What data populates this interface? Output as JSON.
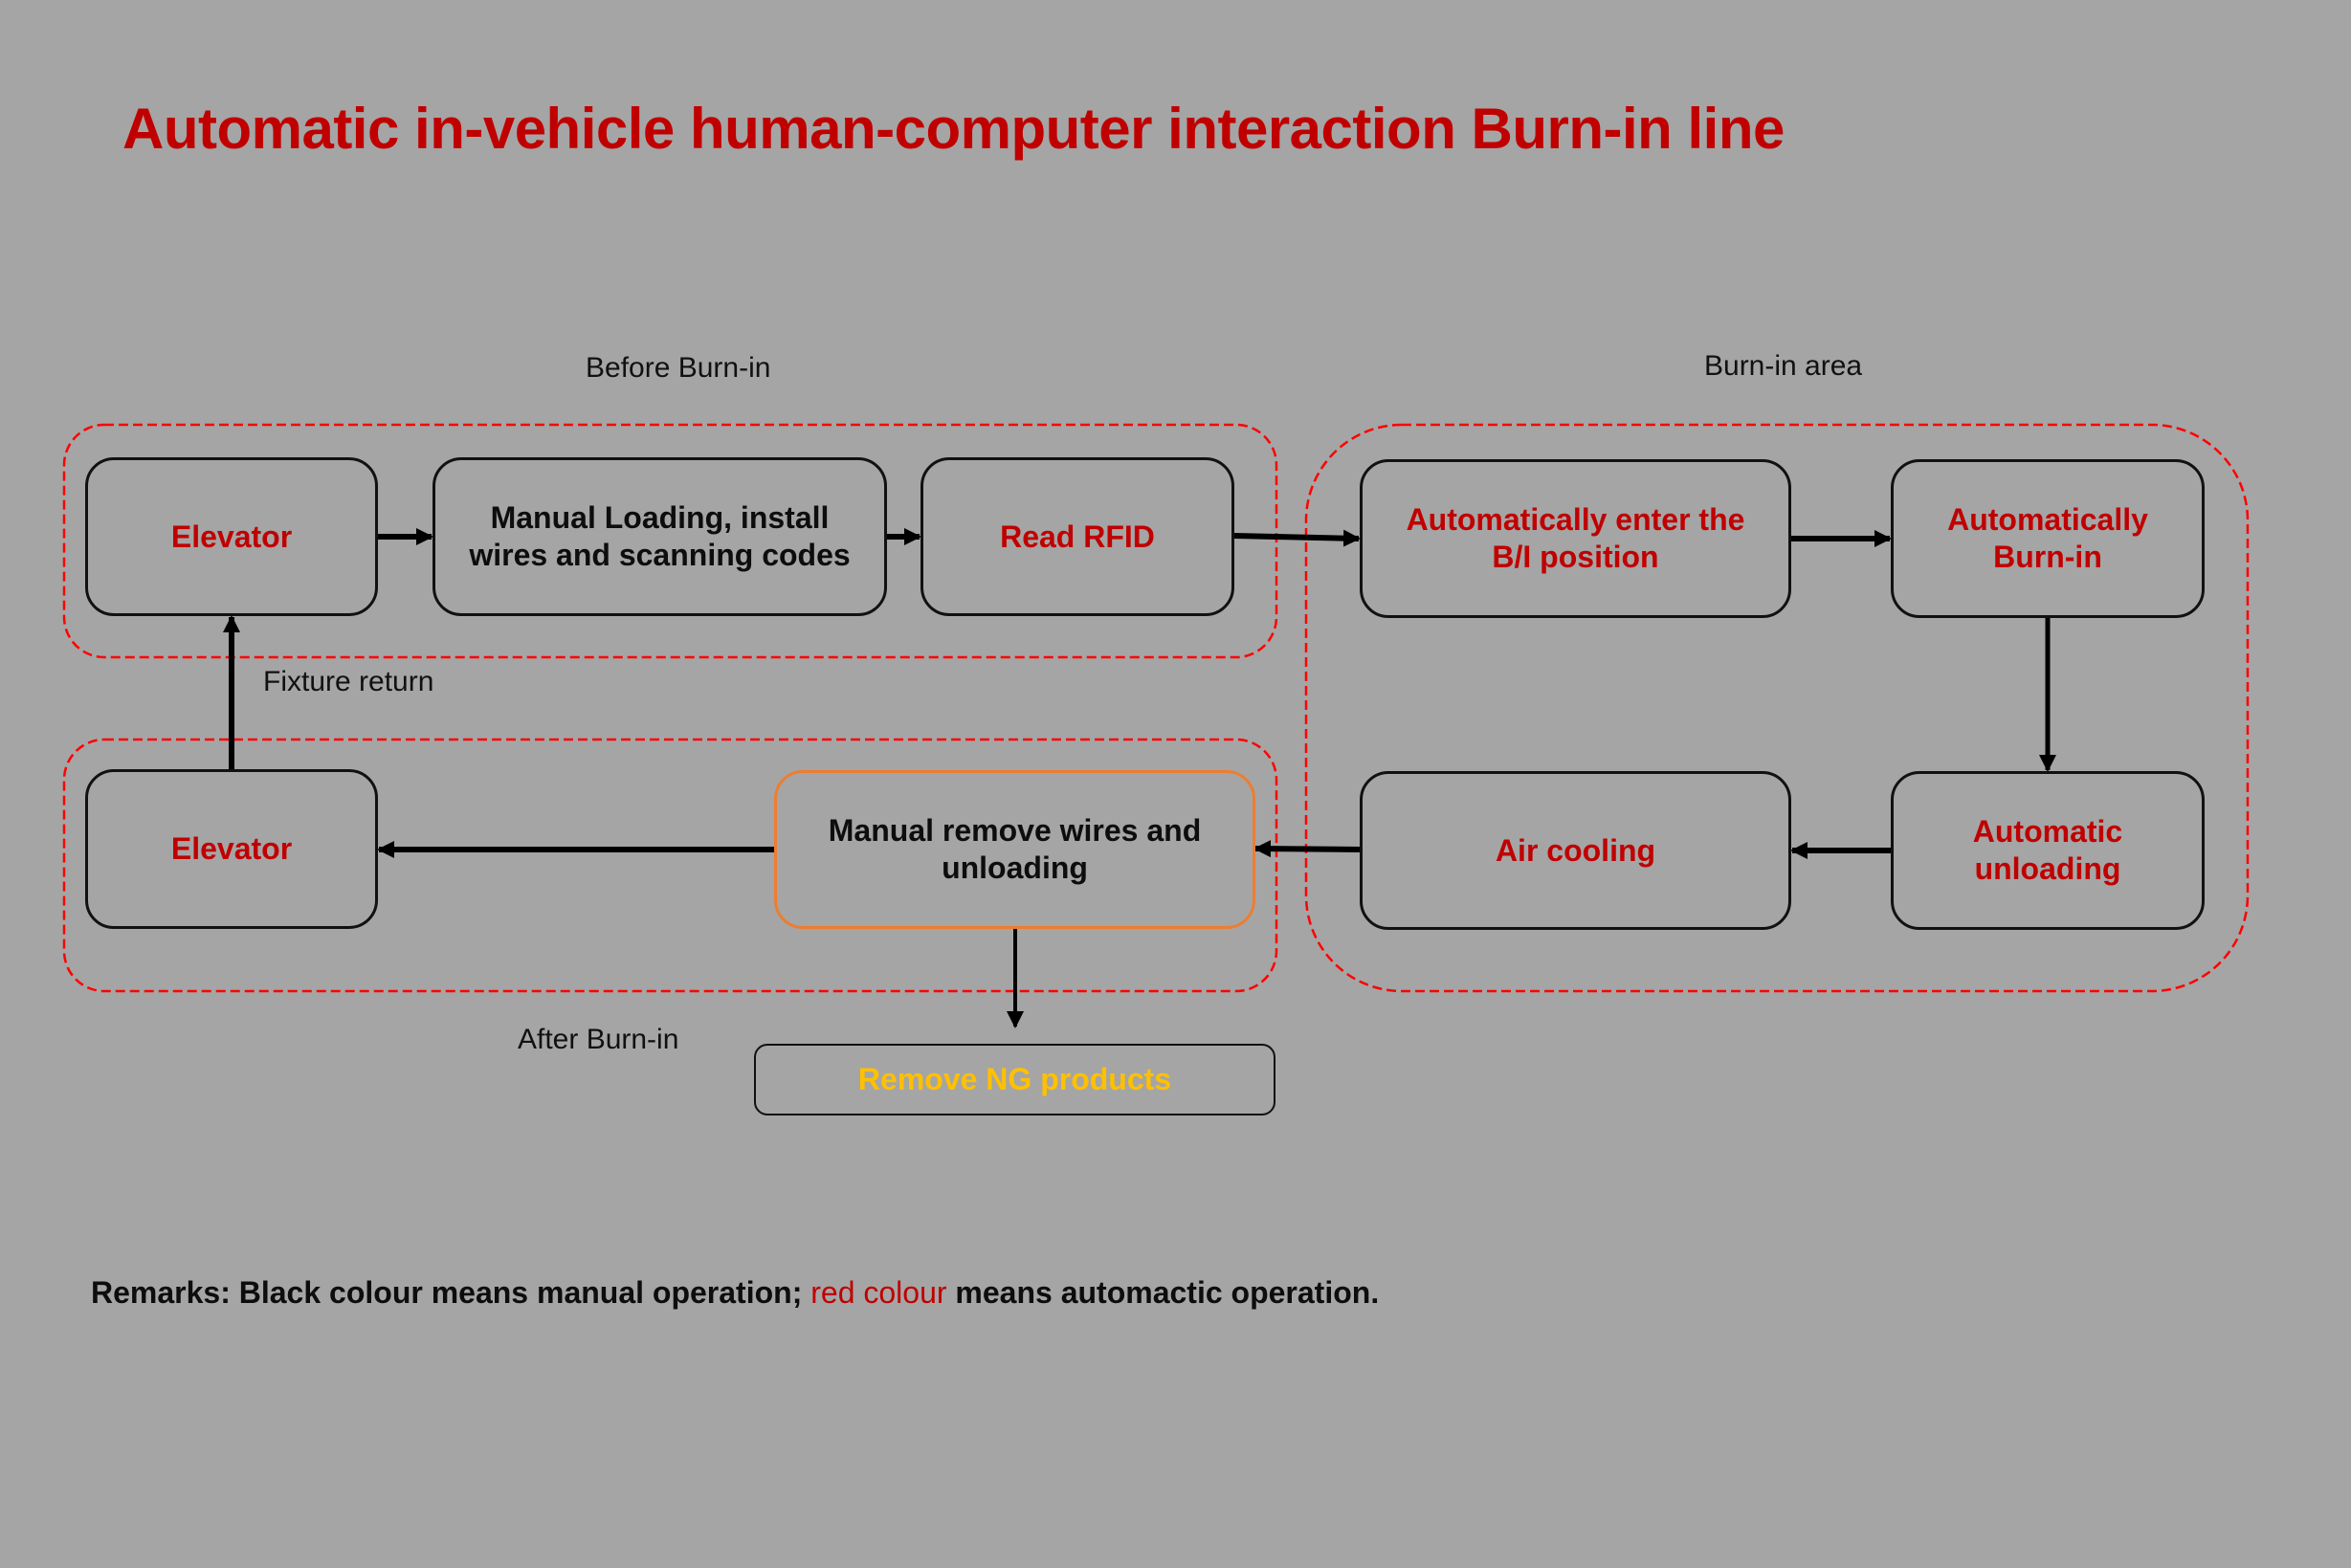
{
  "title": "Automatic in-vehicle human-computer interaction Burn-in line",
  "colors": {
    "background": "#a5a5a5",
    "automatic": "#c00000",
    "manual": "#0d0d0d",
    "container_dash": "#ff0000",
    "highlight_border": "#ed7d31",
    "ng_text": "#ffc000"
  },
  "sections": {
    "before": "Before Burn-in",
    "burnin": "Burn-in area",
    "after": "After Burn-in",
    "fixture_return": "Fixture return"
  },
  "nodes": {
    "elevator_top": {
      "label": "Elevator",
      "mode": "automatic"
    },
    "manual_loading": {
      "label": "Manual Loading, install wires and scanning codes",
      "line1": "Manual Loading, install",
      "line2": "wires and scanning codes",
      "mode": "manual"
    },
    "read_rfid": {
      "label": "Read RFID",
      "mode": "automatic"
    },
    "enter_bi": {
      "label": "Automatically enter the B/I position",
      "line1": "Automatically enter the",
      "line2": "B/I position",
      "mode": "automatic"
    },
    "auto_burnin": {
      "label": "Automatically Burn-in",
      "line1": "Automatically",
      "line2": "Burn-in",
      "mode": "automatic"
    },
    "auto_unloading": {
      "label": "Automatic unloading",
      "line1": "Automatic",
      "line2": "unloading",
      "mode": "automatic"
    },
    "air_cooling": {
      "label": "Air cooling",
      "mode": "automatic"
    },
    "manual_remove": {
      "label": "Manual remove wires and unloading",
      "line1": "Manual remove wires and",
      "line2": "unloading",
      "mode": "manual"
    },
    "elevator_bottom": {
      "label": "Elevator",
      "mode": "automatic"
    },
    "remove_ng": {
      "label": "Remove NG products",
      "mode": "ng"
    }
  },
  "edges": [
    [
      "elevator_top",
      "manual_loading"
    ],
    [
      "manual_loading",
      "read_rfid"
    ],
    [
      "read_rfid",
      "enter_bi"
    ],
    [
      "enter_bi",
      "auto_burnin"
    ],
    [
      "auto_burnin",
      "auto_unloading"
    ],
    [
      "auto_unloading",
      "air_cooling"
    ],
    [
      "air_cooling",
      "manual_remove"
    ],
    [
      "manual_remove",
      "elevator_bottom"
    ],
    [
      "manual_remove",
      "remove_ng"
    ],
    [
      "elevator_bottom",
      "elevator_top"
    ]
  ],
  "remarks": {
    "part1": "Remarks: Black colour means manual operation; ",
    "part2": "red colour",
    "part3": " means automactic operation."
  }
}
